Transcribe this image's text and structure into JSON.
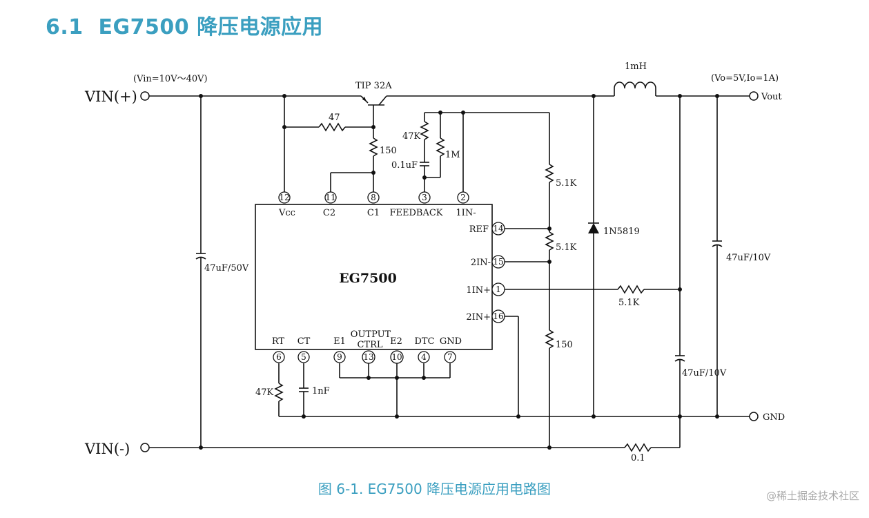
{
  "heading": {
    "number": "6.1",
    "title": "EG7500 降压电源应用"
  },
  "caption": "图 6-1. EG7500 降压电源应用电路图",
  "watermark": "@稀土掘金技术社区",
  "chip": {
    "name": "EG7500",
    "top_pins": [
      {
        "num": "12",
        "label": "Vcc"
      },
      {
        "num": "11",
        "label": "C2"
      },
      {
        "num": "8",
        "label": "C1"
      },
      {
        "num": "3",
        "label": "FEEDBACK"
      },
      {
        "num": "2",
        "label": "1IN-"
      }
    ],
    "right_pins": [
      {
        "num": "14",
        "label": "REF"
      },
      {
        "num": "15",
        "label": "2IN-"
      },
      {
        "num": "1",
        "label": "1IN+"
      },
      {
        "num": "16",
        "label": "2IN+"
      }
    ],
    "bottom_pins": [
      {
        "num": "6",
        "label": "RT"
      },
      {
        "num": "5",
        "label": "CT"
      },
      {
        "num": "9",
        "label": "E1"
      },
      {
        "num": "13",
        "label_line1": "OUTPUT",
        "label_line2": "CTRL"
      },
      {
        "num": "10",
        "label": "E2"
      },
      {
        "num": "4",
        "label": "DTC"
      },
      {
        "num": "7",
        "label": "GND"
      }
    ]
  },
  "terminals": {
    "vin_pos": "VIN(+)",
    "vin_neg": "VIN(-)",
    "vin_range": "(Vin=10V～40V)",
    "vout": "Vout",
    "vout_spec": "(Vo=5V,Io=1A)",
    "gnd": "GND"
  },
  "components": {
    "transistor": "TIP 32A",
    "r_base": "47",
    "r_150_top": "150",
    "r_47k_fb": "47K",
    "r_1m": "1M",
    "c_fb": "0.1uF",
    "r_div_top": "5.1K",
    "r_div_mid": "5.1K",
    "r_150_low": "150",
    "diode": "1N5819",
    "inductor": "1mH",
    "r_1in": "5.1K",
    "c_in": "47uF/50V",
    "c_out1": "47uF/10V",
    "c_out2": "47uF/10V",
    "r_rt": "47K",
    "c_ct": "1nF",
    "r_sense": "0.1"
  }
}
